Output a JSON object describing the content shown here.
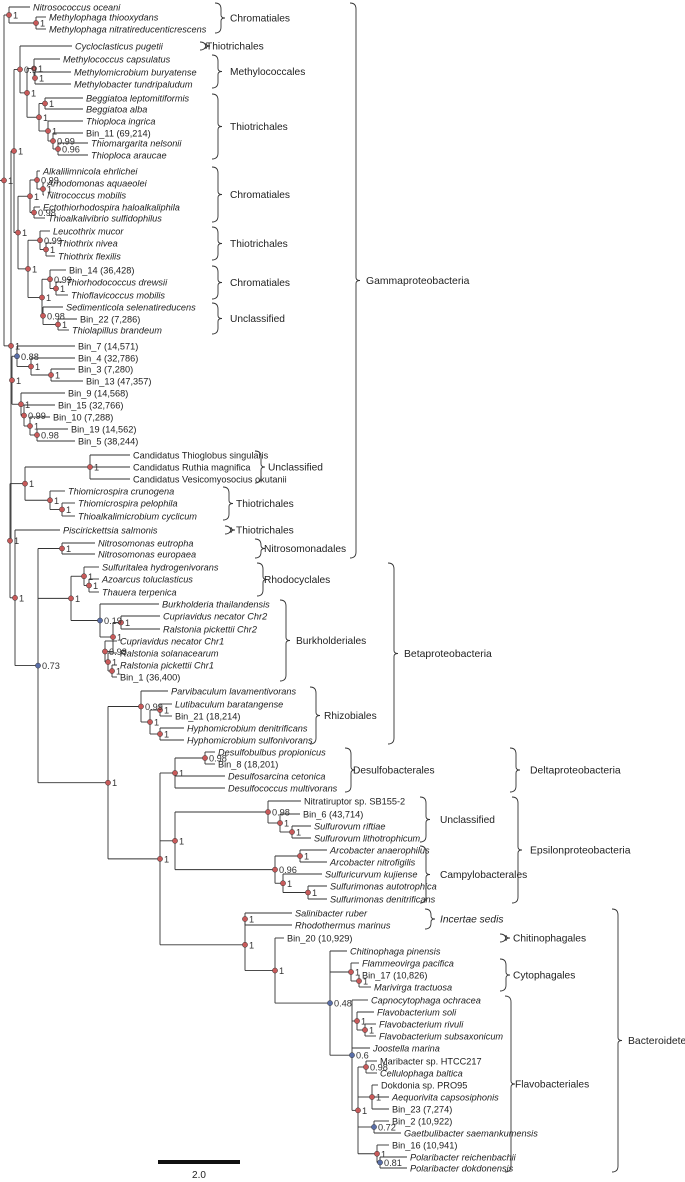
{
  "taxa": [
    {
      "label": "Nitrosococcus oceani",
      "italic": true
    },
    {
      "label": "Methylophaga thiooxydans",
      "italic": true
    },
    {
      "label": "Methylophaga nitratireducenticrescens",
      "italic": true
    },
    {
      "label": "Cycloclasticus pugetii",
      "italic": true
    },
    {
      "label": "Methylococcus capsulatus",
      "italic": true
    },
    {
      "label": "Methylomicrobium buryatense",
      "italic": true
    },
    {
      "label": "Methylobacter tundripaludum",
      "italic": true
    },
    {
      "label": "Beggiatoa leptomitiformis",
      "italic": true
    },
    {
      "label": "Beggiatoa alba",
      "italic": true
    },
    {
      "label": "Thioploca ingrica",
      "italic": true
    },
    {
      "label": "Bin_11 (69,214)",
      "italic": false
    },
    {
      "label": "Thiomargarita nelsonii",
      "italic": true
    },
    {
      "label": "Thioploca araucae",
      "italic": true
    },
    {
      "label": "Alkalilimnicola ehrlichei",
      "italic": true
    },
    {
      "label": "Arhodomonas aquaeolei",
      "italic": true
    },
    {
      "label": "Nitrococcus mobilis",
      "italic": true
    },
    {
      "label": "Ectothiorhodospira haloalkaliphila",
      "italic": true
    },
    {
      "label": "Thioalkalivibrio sulfidophilus",
      "italic": true
    },
    {
      "label": "Leucothrix mucor",
      "italic": true
    },
    {
      "label": "Thiothrix nivea",
      "italic": true
    },
    {
      "label": "Thiothrix flexilis",
      "italic": true
    },
    {
      "label": "Bin_14 (36,428)",
      "italic": false
    },
    {
      "label": "Thiorhodococcus drewsii",
      "italic": true
    },
    {
      "label": "Thioflavicoccus mobilis",
      "italic": true
    },
    {
      "label": "Sedimenticola selenatireducens",
      "italic": true
    },
    {
      "label": "Bin_22 (7,286)",
      "italic": false
    },
    {
      "label": "Thiolapillus brandeum",
      "italic": true
    },
    {
      "label": "Bin_7 (14,571)",
      "italic": false
    },
    {
      "label": "Bin_4 (32,786)",
      "italic": false
    },
    {
      "label": "Bin_3 (7,280)",
      "italic": false
    },
    {
      "label": "Bin_13 (47,357)",
      "italic": false
    },
    {
      "label": "Bin_9 (14,568)",
      "italic": false
    },
    {
      "label": "Bin_15 (32,766)",
      "italic": false
    },
    {
      "label": "Bin_10 (7,288)",
      "italic": false
    },
    {
      "label": "Bin_19 (14,562)",
      "italic": false
    },
    {
      "label": "Bin_5 (38,244)",
      "italic": false
    },
    {
      "label": "Candidatus Thioglobus singularis",
      "italic": false
    },
    {
      "label": "Candidatus Ruthia magnifica",
      "italic": false
    },
    {
      "label": "Candidatus Vesicomyosocius okutanii",
      "italic": false
    },
    {
      "label": "Thiomicrospira crunogena",
      "italic": true
    },
    {
      "label": "Thiomicrospira pelophila",
      "italic": true
    },
    {
      "label": "Thioalkalimicrobium cyclicum",
      "italic": true
    },
    {
      "label": "Piscirickettsia salmonis",
      "italic": true
    },
    {
      "label": "Nitrosomonas eutropha",
      "italic": true
    },
    {
      "label": "Nitrosomonas europaea",
      "italic": true
    },
    {
      "label": "Sulfuritalea hydrogenivorans",
      "italic": true
    },
    {
      "label": "Azoarcus toluclasticus",
      "italic": true
    },
    {
      "label": "Thauera terpenica",
      "italic": true
    },
    {
      "label": "Burkholderia thailandensis",
      "italic": true
    },
    {
      "label": "Cupriavidus necator Chr2",
      "italic": true
    },
    {
      "label": "Ralstonia pickettii Chr2",
      "italic": true
    },
    {
      "label": "Cupriavidus necator Chr1",
      "italic": true
    },
    {
      "label": "Ralstonia solanacearum",
      "italic": true
    },
    {
      "label": "Ralstonia pickettii Chr1",
      "italic": true
    },
    {
      "label": "Bin_1 (36,400)",
      "italic": false
    },
    {
      "label": "Parvibaculum lavamentivorans",
      "italic": true
    },
    {
      "label": "Lutibaculum baratangense",
      "italic": true
    },
    {
      "label": "Bin_21 (18,214)",
      "italic": false
    },
    {
      "label": "Hyphomicrobium denitrificans",
      "italic": true
    },
    {
      "label": "Hyphomicrobium sulfonivorans",
      "italic": true
    },
    {
      "label": "Desulfobulbus propionicus",
      "italic": true
    },
    {
      "label": "Bin_8 (18,201)",
      "italic": false
    },
    {
      "label": "Desulfosarcina cetonica",
      "italic": true
    },
    {
      "label": "Desulfococcus multivorans",
      "italic": true
    },
    {
      "label": "Nitratiruptor sp. SB155-2",
      "italic": false
    },
    {
      "label": "Bin_6 (43,714)",
      "italic": false
    },
    {
      "label": "Sulfurovum riftiae",
      "italic": true
    },
    {
      "label": "Sulfurovum lithotrophicum",
      "italic": true
    },
    {
      "label": "Arcobacter anaerophilus",
      "italic": true
    },
    {
      "label": "Arcobacter nitrofigilis",
      "italic": true
    },
    {
      "label": "Sulfuricurvum kujiense",
      "italic": true
    },
    {
      "label": "Sulfurimonas autotrophica",
      "italic": true
    },
    {
      "label": "Sulfurimonas denitrificans",
      "italic": true
    },
    {
      "label": "Salinibacter ruber",
      "italic": true
    },
    {
      "label": "Rhodothermus marinus",
      "italic": true
    },
    {
      "label": "Bin_20 (10,929)",
      "italic": false
    },
    {
      "label": "Chitinophaga pinensis",
      "italic": true
    },
    {
      "label": "Flammeovirga pacifica",
      "italic": true
    },
    {
      "label": "Bin_17 (10,826)",
      "italic": false
    },
    {
      "label": "Marivirga tractuosa",
      "italic": true
    },
    {
      "label": "Capnocytophaga ochracea",
      "italic": true
    },
    {
      "label": "Flavobacterium soli",
      "italic": true
    },
    {
      "label": "Flavobacterium rivuli",
      "italic": true
    },
    {
      "label": "Flavobacterium subsaxonicum",
      "italic": true
    },
    {
      "label": "Joostella marina",
      "italic": true
    },
    {
      "label": "Maribacter sp. HTCC217",
      "italic": false
    },
    {
      "label": "Cellulophaga baltica",
      "italic": true
    },
    {
      "label": "Dokdonia sp. PRO95",
      "italic": false
    },
    {
      "label": "Aequorivita capsosiphonis",
      "italic": true
    },
    {
      "label": "Bin_23 (7,274)",
      "italic": false
    },
    {
      "label": "Bin_2 (10,922)",
      "italic": false
    },
    {
      "label": "Gaetbulibacter saemankumensis",
      "italic": true
    },
    {
      "label": "Bin_16 (10,941)",
      "italic": false
    },
    {
      "label": "Polaribacter reichenbachii",
      "italic": true
    },
    {
      "label": "Polaribacter dokdonensis",
      "italic": true
    }
  ],
  "order_groups": [
    {
      "label": "Chromatiales",
      "italic": false
    },
    {
      "label": "Thiotrichales",
      "italic": false
    },
    {
      "label": "Methylococcales",
      "italic": false
    },
    {
      "label": "Thiotrichales",
      "italic": false
    },
    {
      "label": "Chromatiales",
      "italic": false
    },
    {
      "label": "Thiotrichales",
      "italic": false
    },
    {
      "label": "Chromatiales",
      "italic": false
    },
    {
      "label": "Unclassified",
      "italic": false
    },
    {
      "label": "Unclassified",
      "italic": false
    },
    {
      "label": "Thiotrichales",
      "italic": false
    },
    {
      "label": "Thiotrichales",
      "italic": false
    },
    {
      "label": "Nitrosomonadales",
      "italic": false
    },
    {
      "label": "Rhodocyclales",
      "italic": false
    },
    {
      "label": "Burkholderiales",
      "italic": false
    },
    {
      "label": "Rhizobiales",
      "italic": false
    },
    {
      "label": "Desulfobacterales",
      "italic": false
    },
    {
      "label": "Unclassified",
      "italic": false
    },
    {
      "label": "Campylobacterales",
      "italic": false
    },
    {
      "label": "Incertae sedis",
      "italic": true
    },
    {
      "label": "Chitinophagales",
      "italic": false
    },
    {
      "label": "Cytophagales",
      "italic": false
    },
    {
      "label": "Flavobacteriales",
      "italic": false
    }
  ],
  "classes": [
    {
      "label": "Gammaproteobacteria"
    },
    {
      "label": "Betaproteobacteria"
    },
    {
      "label": "Deltaproteobacteria"
    },
    {
      "label": "Epsilonproteobacteria"
    },
    {
      "label": "Bacteroidetes"
    }
  ],
  "support_values": [
    "1",
    "1",
    "1",
    "1",
    "1",
    "1",
    "1",
    "1",
    "1",
    "0.99",
    "0.96",
    "0.9",
    "0.99",
    "1",
    "1",
    "0.98",
    "1",
    "0.99",
    "1",
    "1",
    "0.99",
    "1",
    "0.98",
    "1",
    "1",
    "1",
    "0.88",
    "1",
    "1",
    "0.99",
    "1",
    "0.98",
    "1",
    "1",
    "1",
    "1",
    "1",
    "1",
    "0.96",
    "1",
    "1",
    "1",
    "0.19",
    "1",
    "1",
    "0.98",
    "1",
    "1",
    "1",
    "0.99",
    "1",
    "1",
    "1",
    "1",
    "0.98",
    "0.98",
    "1",
    "1",
    "1",
    "0.96",
    "1",
    "1",
    "1",
    "1",
    "1",
    "0.48",
    "1",
    "1",
    "0.6",
    "1",
    "1",
    "1",
    "0.98",
    "1",
    "0.72",
    "1",
    "0.81",
    "1",
    "1",
    "1",
    "0.73",
    "1",
    "1",
    "1",
    "1",
    "1",
    "1",
    "1",
    "1",
    "0.98",
    "1",
    "1"
  ],
  "scale_bar": {
    "label": "2.0",
    "value": 2.0
  },
  "colors": {
    "node_high": "#c85a5a",
    "node_low": "#5a6fa8",
    "line": "#333333"
  }
}
